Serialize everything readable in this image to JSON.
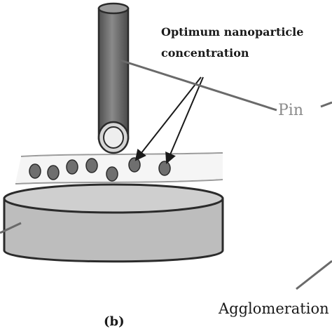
{
  "labels": {
    "optimum_line1": "Optimum nanoparticle",
    "optimum_line2": "concentration",
    "pin": "Pin",
    "agglomeration": "Agglomeration",
    "panel": "(b)"
  },
  "colors": {
    "pin_fill": "#6f6f6f",
    "disc_fill": "#bdbdbd",
    "particle_fill": "#6f6f6f",
    "outline": "#2b2b2b",
    "pin_label": "#8a8a8a",
    "leader_line": "#6a6a6a"
  }
}
